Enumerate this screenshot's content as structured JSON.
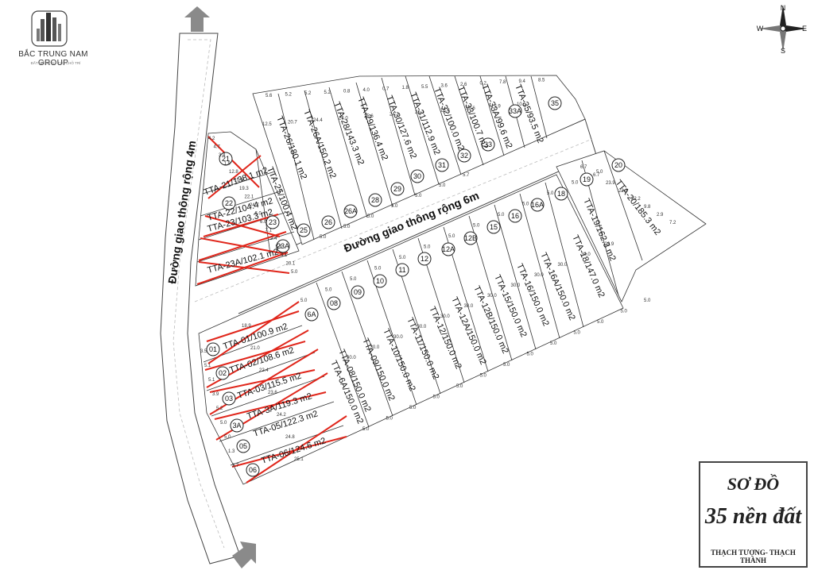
{
  "brand": {
    "name": "BẮC TRUNG NAM GROUP",
    "tagline": "ĐẤT NIỀM TIN - TẠO CHỖ TRÍ"
  },
  "title_box": {
    "line1": "SƠ ĐỒ",
    "line2": "35 nền đất",
    "line3": "THẠCH TƯỢNG- THẠCH THÀNH"
  },
  "compass": {
    "n": "N",
    "s": "S",
    "e": "E",
    "w": "W"
  },
  "roads": {
    "vertical": "Đường giao thông rộng 4m",
    "horizontal": "Đường giao thông rộng 6m"
  },
  "lots": [
    {
      "id": "21",
      "label": "TTA-21/138.1 m2",
      "sold": true
    },
    {
      "id": "22",
      "label": "TTA-22/104.4 m2",
      "sold": false
    },
    {
      "id": "23",
      "label": "TTA-23/103.3 m2",
      "sold": true
    },
    {
      "id": "23A",
      "label": "TTA-23A/102.1 m2",
      "sold": true
    },
    {
      "id": "25",
      "label": "TTA-25/100.4 m2",
      "sold": false
    },
    {
      "id": "26",
      "label": "TTA-26/180.1 m2",
      "sold": false
    },
    {
      "id": "26A",
      "label": "TTA-26A/150.2 m2",
      "sold": false
    },
    {
      "id": "28",
      "label": "TTA-28/143.3 m2",
      "sold": false
    },
    {
      "id": "29",
      "label": "TTA-29/136.4 m2",
      "sold": false
    },
    {
      "id": "30",
      "label": "TTA-30/127.6 m2",
      "sold": false
    },
    {
      "id": "31",
      "label": "TTA-31/112.9 m2",
      "sold": false
    },
    {
      "id": "32",
      "label": "TTA-32/100.0 m2",
      "sold": false
    },
    {
      "id": "33",
      "label": "TTA-33/100.7 m2",
      "sold": false
    },
    {
      "id": "33A",
      "label": "TTA-33A/99.6 m2",
      "sold": false
    },
    {
      "id": "35",
      "label": "TTA-35/93.5 m2",
      "sold": false
    },
    {
      "id": "20",
      "label": "TTA-20/185.3 m2",
      "sold": false
    },
    {
      "id": "19",
      "label": "TTA-19/162.3 m2",
      "sold": false
    },
    {
      "id": "18",
      "label": "TTA-18/147.0 m2",
      "sold": false
    },
    {
      "id": "16A",
      "label": "TTA-16A/150.0 m2",
      "sold": false
    },
    {
      "id": "16",
      "label": "TTA-16/150.0 m2",
      "sold": false
    },
    {
      "id": "15",
      "label": "TTA-15/150.0 m2",
      "sold": false
    },
    {
      "id": "12B",
      "label": "TTA-12B/150.0 m2",
      "sold": false
    },
    {
      "id": "12A",
      "label": "TTA-12A/150.0 m2",
      "sold": false
    },
    {
      "id": "12",
      "label": "TTA-12/150.0 m2",
      "sold": false
    },
    {
      "id": "11",
      "label": "TTA-11/150.0 m2",
      "sold": false
    },
    {
      "id": "10",
      "label": "TTA-10/150.0 m2",
      "sold": false
    },
    {
      "id": "09",
      "label": "TTA-09/150.0 m2",
      "sold": false
    },
    {
      "id": "08",
      "label": "TTA-08/150.0 m2",
      "sold": false
    },
    {
      "id": "6A",
      "label": "TTA-6A/150.0 m2",
      "sold": false
    },
    {
      "id": "01",
      "label": "TTA-01/100.9 m2",
      "sold": true
    },
    {
      "id": "02",
      "label": "TTA-02/108.6 m2",
      "sold": true
    },
    {
      "id": "03",
      "label": "TTA-03/115.5 m2",
      "sold": true
    },
    {
      "id": "3A",
      "label": "TTA-3A/119.3 m2",
      "sold": true
    },
    {
      "id": "05",
      "label": "TTA-05/122.3 m2",
      "sold": false
    },
    {
      "id": "06",
      "label": "TTA-06/124.6 m2",
      "sold": true
    }
  ],
  "dimensions": {
    "top_row": [
      "5.6",
      "5.2",
      "5.2",
      "5.2",
      "0.8",
      "4.0",
      "0.7",
      "1.8",
      "5.5",
      "3.6",
      "2.6",
      "0.2",
      "7.8",
      "9.4",
      "8.5"
    ],
    "upper_depths": [
      "12.5",
      "20.7",
      "24.4",
      "26.0",
      "25.6",
      "24.3",
      "21.1",
      "18.6",
      "16.6",
      "12.9",
      "10.5"
    ],
    "upper_bottom": [
      "5.0",
      "5.0",
      "5.0",
      "5.0",
      "5.0",
      "5.0",
      "5.7"
    ],
    "left_small": [
      "4.2",
      "4.7",
      "3.4",
      "1.8",
      "12.8",
      "15.5",
      "19.3",
      "22.1",
      "24.7",
      "6.0",
      "6.0",
      "7.1",
      "2.4",
      "5.6",
      "4.1",
      "20.1",
      "5.0"
    ],
    "east_row": [
      "6.7",
      "6.7",
      "23.9",
      "22.3",
      "22.2",
      "9.8",
      "2.9",
      "7.2"
    ],
    "lower_front": [
      "5.0",
      "5.0",
      "5.0",
      "5.0",
      "5.0",
      "5.0",
      "5.0",
      "5.0",
      "5.0",
      "5.0",
      "5.0",
      "5.0",
      "5.0"
    ],
    "lower_depth": [
      "30.0",
      "30.0",
      "30.0",
      "30.0",
      "30.0",
      "30.0",
      "30.0",
      "30.0",
      "30.0",
      "30.0",
      "30.0",
      "29.9"
    ],
    "lower_bottom": [
      "5.0",
      "5.0",
      "5.0",
      "5.0",
      "5.0",
      "5.0",
      "5.0",
      "5.0",
      "5.0",
      "5.0",
      "5.0",
      "5.0",
      "5.0"
    ],
    "sw_widths": [
      "18.9",
      "21.0",
      "22.4",
      "23.6",
      "24.2",
      "24.8",
      "25.1"
    ],
    "sw_sides": [
      "3.5",
      "5.1",
      "5.1",
      "3.9",
      "5.2",
      "5.0",
      "5.0",
      "1.3",
      "3.7"
    ]
  }
}
